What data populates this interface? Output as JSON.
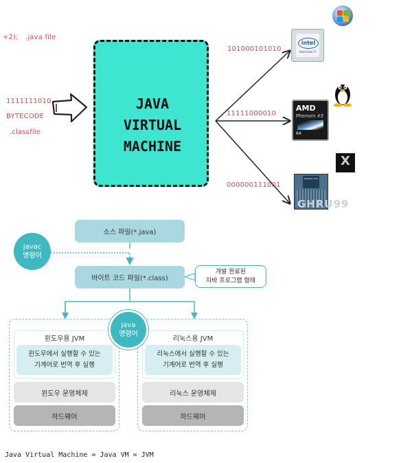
{
  "top_diagram": {
    "source_label": "+2);   .java file",
    "bytecode_bits": "1111111010",
    "bytecode_label": "BYTECODE",
    "classfile_label": ".classfile",
    "jvm_title": "JAVA\nVIRTUAL\nMACHINE",
    "out_bits_1": "101000101010",
    "out_bits_2": "11111000010",
    "out_bits_3": "000000111001",
    "intel_chip_text": "intel",
    "intel_chip_caption": "Intel Core i7",
    "amd_chip_brand": "AMD",
    "amd_chip_model": "Phenom X3",
    "amd_chip_bits": "64",
    "ppc_chip_text": "PowerPC 970",
    "x_logo_text": "X",
    "watermark": "GHRU99",
    "accent_red": "#e8454f",
    "jvm_color": "#3ee6d2",
    "icons": [
      "windows-logo-icon",
      "linux-tux-icon",
      "x11-logo-icon"
    ]
  },
  "bottom_diagram": {
    "source_file": "소스 파일(*.java)",
    "javac": "javac\n명령어",
    "bytecode_file": "바이트 코드 파일(*.class)",
    "callout": "개발 완료된\n자바 프로그램 형태",
    "java_cmd": "java\n명령어",
    "windows": {
      "jvm": "윈도우용 JVM",
      "desc": "윈도우에서 실행할 수 있는\n기계어로 번역 후 실행",
      "os": "윈도우 운영체제",
      "hw": "하드웨어"
    },
    "linux": {
      "jvm": "리눅스용 JVM",
      "desc": "리눅스에서 실행할 수 있는\n기계어로 번역 후 실행",
      "os": "리눅스 운영체제",
      "hw": "하드웨어"
    },
    "accent": "#3fb8c2"
  },
  "caption": "Java Virtual Machine = Java VM = JVM"
}
